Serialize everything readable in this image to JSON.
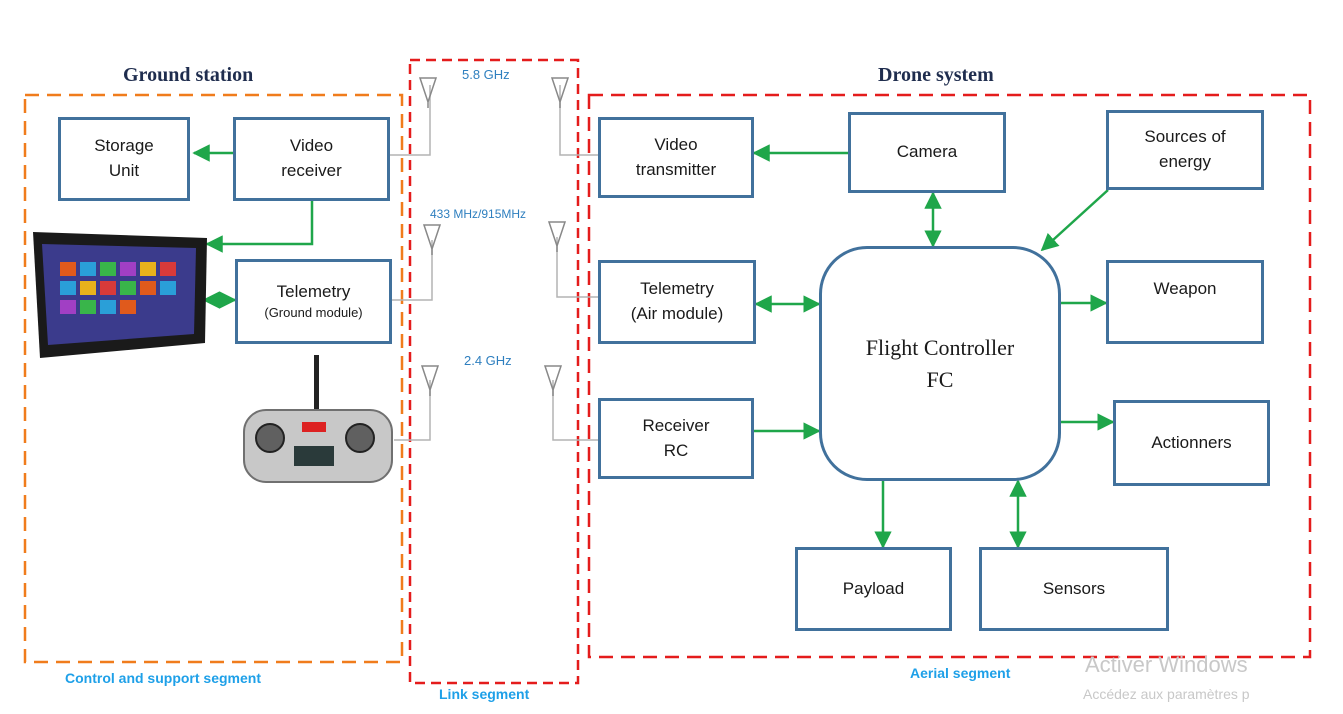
{
  "ground_station": {
    "title": "Ground station",
    "segment_label": "Control and support segment",
    "storage_unit": "Storage\nUnit",
    "video_receiver": "Video\nreceiver",
    "telemetry_ground_title": "Telemetry",
    "telemetry_ground_sub": "(Ground module)",
    "tablet_icon": "tablet-icon",
    "rc_icon": "rc-transmitter-icon"
  },
  "link": {
    "segment_label": "Link segment",
    "freq_video": "5.8 GHz",
    "freq_telemetry": "433 MHz/915MHz",
    "freq_rc": "2.4 GHz",
    "antenna_icon": "antenna-icon"
  },
  "drone": {
    "title": "Drone system",
    "segment_label": "Aerial segment",
    "video_transmitter": "Video\ntransmitter",
    "camera": "Camera",
    "sources_of_energy": "Sources of\nenergy",
    "telemetry_air": "Telemetry\n(Air module)",
    "weapon": "Weapon",
    "flight_controller": "Flight Controller\nFC",
    "receiver_rc": "Receiver\nRC",
    "actionners": "Actionners",
    "payload": "Payload",
    "sensors": "Sensors"
  },
  "watermark": {
    "line1": "Activer Windows",
    "line2": "Accédez aux paramètres p"
  },
  "colors": {
    "box_border": "#41719c",
    "arrow": "#1fa64a",
    "ground_dash": "#f07c1c",
    "link_dash": "#e41c1c",
    "drone_dash": "#e41c1c",
    "segment_label": "#1ea0e8",
    "title": "#1f2d4e"
  }
}
